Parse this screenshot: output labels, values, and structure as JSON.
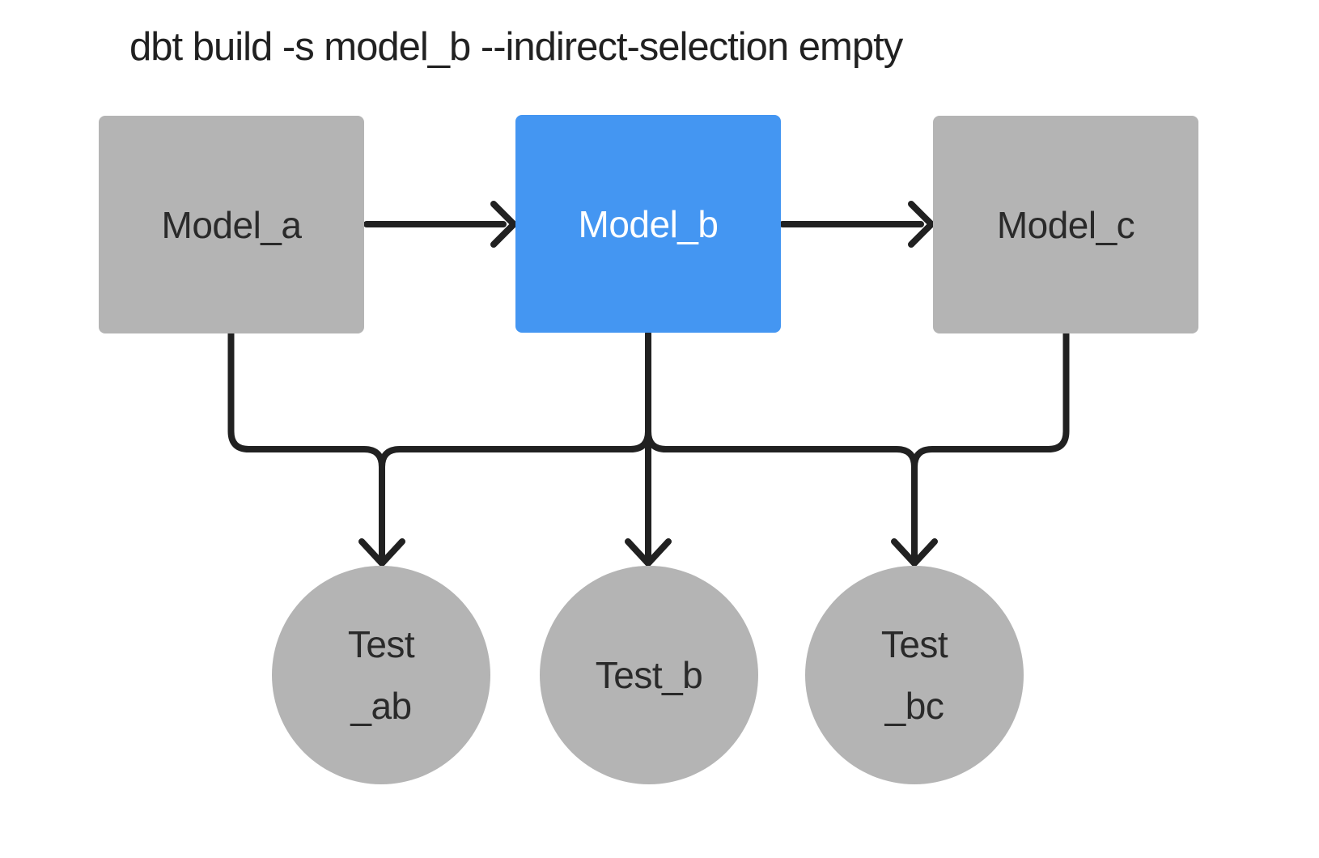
{
  "title": "dbt build -s model_b --indirect-selection empty",
  "colors": {
    "background": "#ffffff",
    "node_gray": "#b4b4b4",
    "node_blue": "#4496f2",
    "line": "#212121",
    "text_dark": "#2a2a2a",
    "text_light": "#ffffff"
  },
  "models": [
    {
      "label": "Model_a",
      "state": "unselected"
    },
    {
      "label": "Model_b",
      "state": "selected"
    },
    {
      "label": "Model_c",
      "state": "unselected"
    }
  ],
  "tests": [
    {
      "label": "Test_ab",
      "line1": "Test",
      "line2": "_ab"
    },
    {
      "label": "Test_b",
      "line1": "Test_b",
      "line2": ""
    },
    {
      "label": "Test_bc",
      "line1": "Test",
      "line2": "_bc"
    }
  ],
  "connections": {
    "model_chain": [
      "Model_a → Model_b",
      "Model_b → Model_c"
    ],
    "test_bus": {
      "sources": [
        "Model_a",
        "Model_b",
        "Model_c"
      ],
      "targets": [
        "Test_ab",
        "Test_b",
        "Test_bc"
      ]
    }
  }
}
